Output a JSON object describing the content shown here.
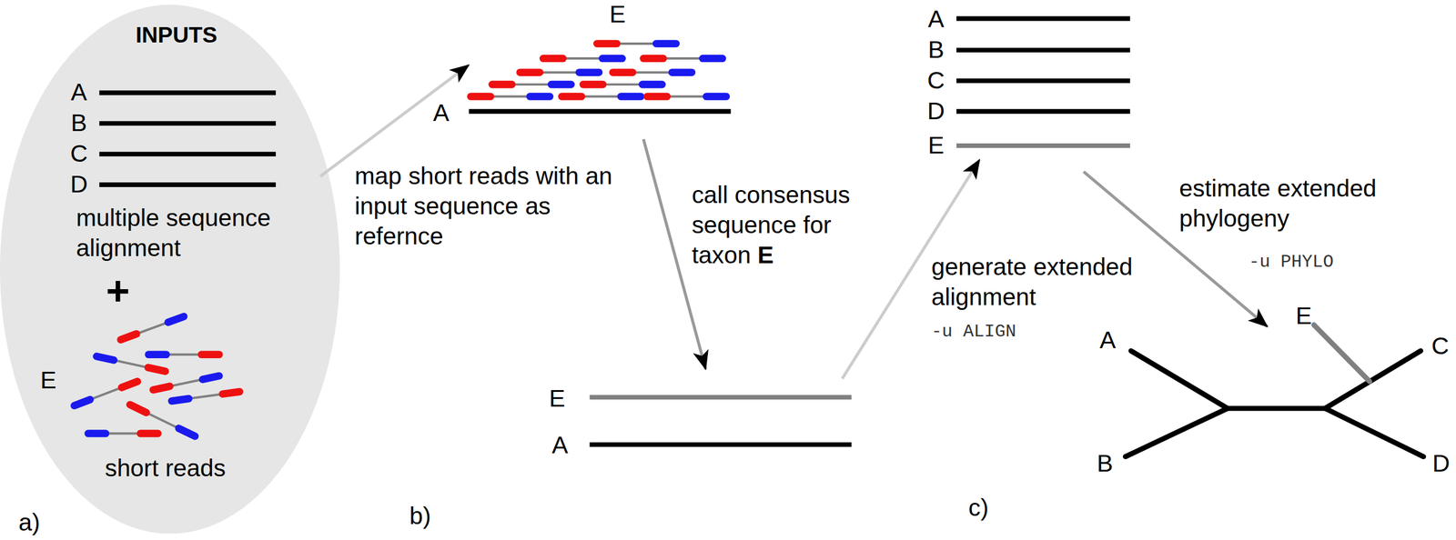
{
  "diagram": {
    "nodes": [
      {
        "text": [
          "INPUTS",
          "A",
          "B",
          "C",
          "D",
          "multiple sequence alignment",
          "+",
          "E",
          "short reads"
        ]
      },
      {
        "text": [
          "E",
          "A"
        ]
      },
      {
        "text": [
          "E",
          "A"
        ]
      },
      {
        "text": [
          "A",
          "B",
          "C",
          "D",
          "E"
        ]
      },
      {
        "text": [
          "A",
          "B",
          "C",
          "D",
          "E"
        ]
      }
    ],
    "edges": [
      {
        "from": 0,
        "to": 1,
        "arrow": "to",
        "label": "map short reads with an input sequence as refernce"
      },
      {
        "from": 1,
        "to": 2,
        "arrow": "to",
        "label": "call consensus sequence for taxon E"
      },
      {
        "from": 2,
        "to": 3,
        "arrow": "to",
        "label": "generate extended alignment"
      },
      {
        "from": 3,
        "to": 4,
        "arrow": "to",
        "label": "estimate extended phylogeny"
      }
    ],
    "labels": [
      "-u ALIGN",
      "-u PHYLO",
      "a)",
      "b)",
      "c)"
    ]
  }
}
